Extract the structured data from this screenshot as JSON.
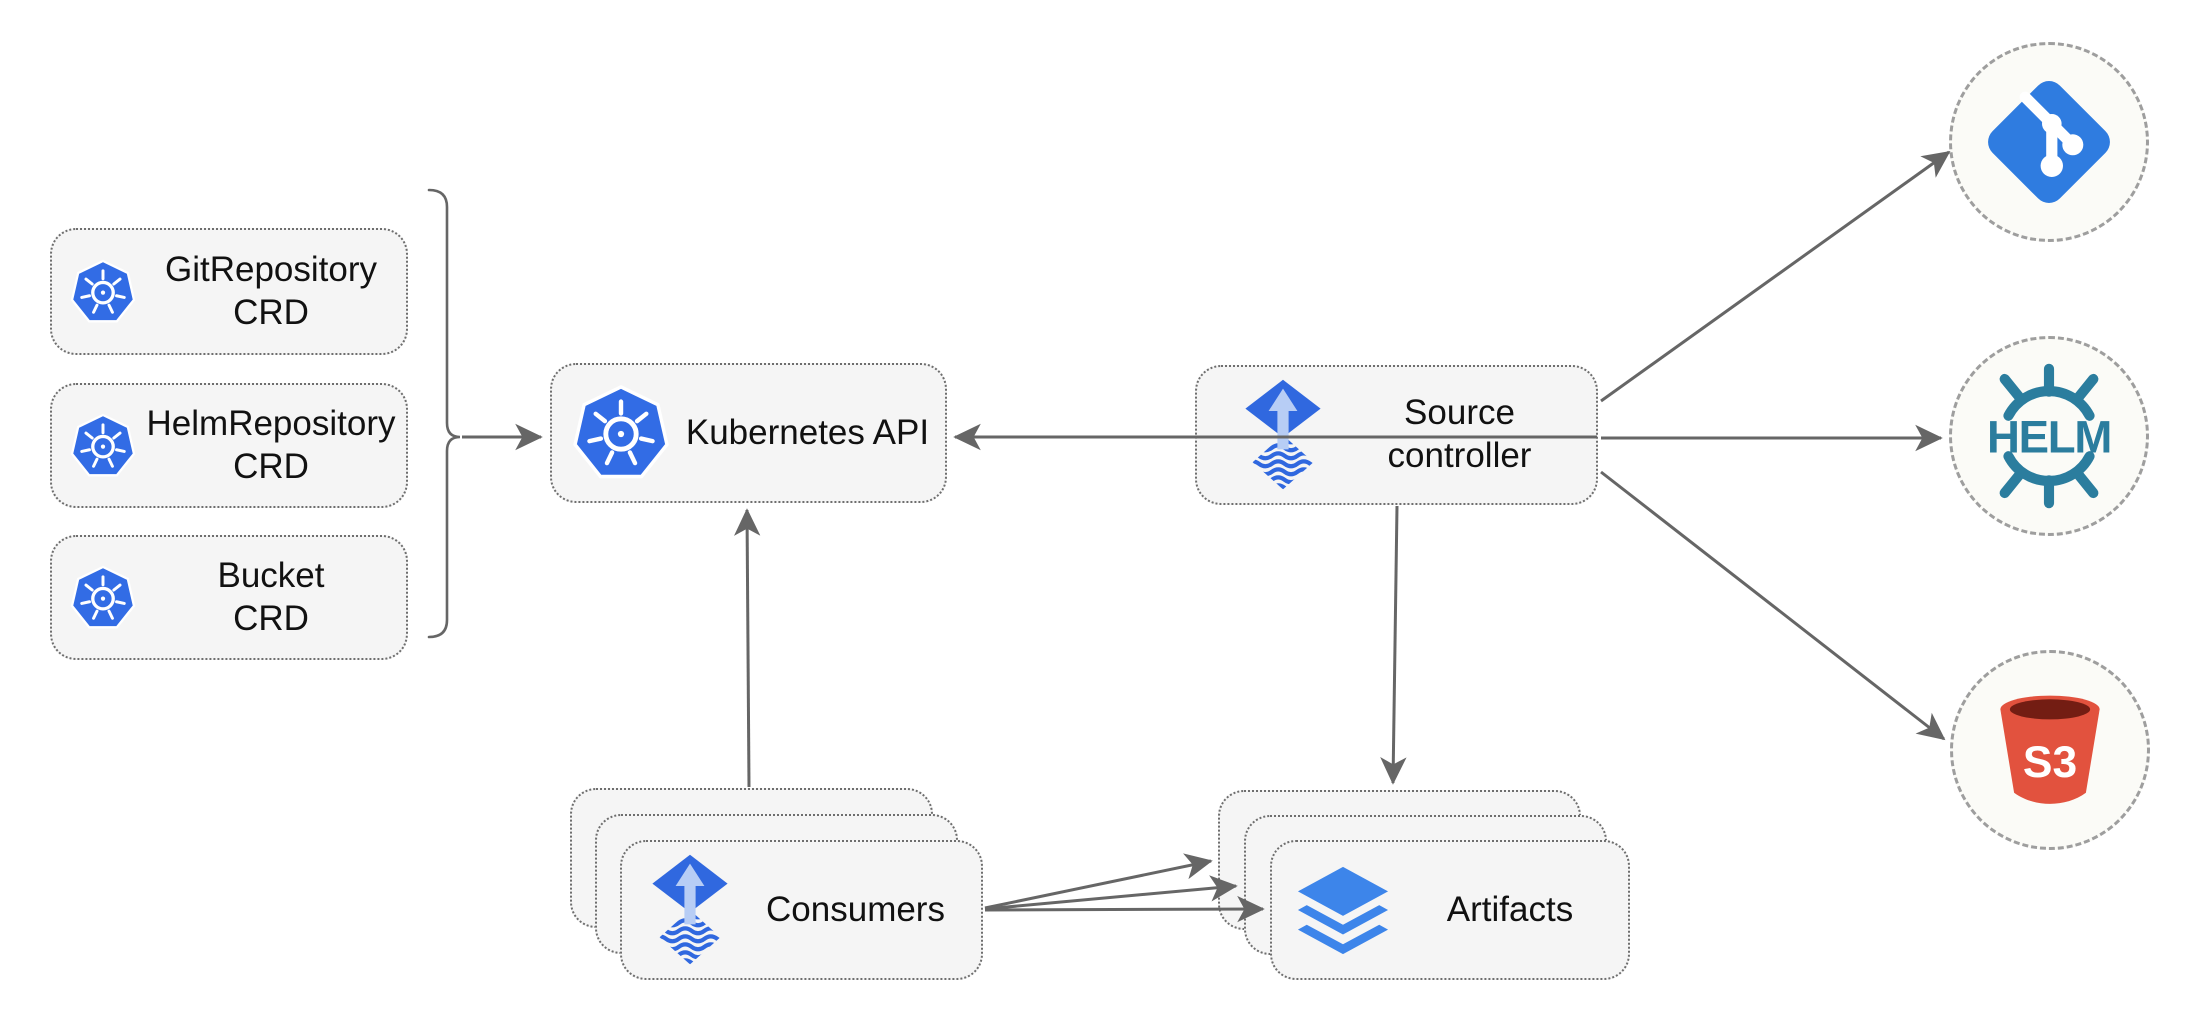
{
  "diagram": {
    "nodes": {
      "crd_git": {
        "label": "GitRepository\nCRD"
      },
      "crd_helm": {
        "label": "HelmRepository\nCRD"
      },
      "crd_bucket": {
        "label": "Bucket\nCRD"
      },
      "kubernetes_api": {
        "label": "Kubernetes API"
      },
      "source_controller": {
        "label": "Source\ncontroller"
      },
      "consumers": {
        "label": "Consumers"
      },
      "artifacts": {
        "label": "Artifacts"
      }
    },
    "external_sources": {
      "git": {
        "icon": "git-icon"
      },
      "helm": {
        "icon": "helm-icon",
        "logo_text": "HELM"
      },
      "s3": {
        "icon": "s3-bucket-icon",
        "logo_text": "S3"
      }
    },
    "icons": {
      "kubernetes": "kubernetes-wheel-icon",
      "flux": "flux-source-icon",
      "layers": "layers-stack-icon"
    },
    "colors": {
      "kubernetes_blue": "#326CE5",
      "flux_blue": "#3068DF",
      "flux_arrow_light": "#B7CDF5",
      "git_blue": "#2F7CE0",
      "helm_teal": "#2B7D9E",
      "s3_red": "#E2523E",
      "s3_dark_opening": "#731D13",
      "layers_blue": "#3D85EA",
      "node_fill": "#F5F5F5",
      "node_border": "#6E6E6E",
      "circle_fill": "#FBFBF7",
      "circle_border": "#9E9E9E",
      "edge_color": "#666666",
      "label_color": "#111111"
    }
  }
}
